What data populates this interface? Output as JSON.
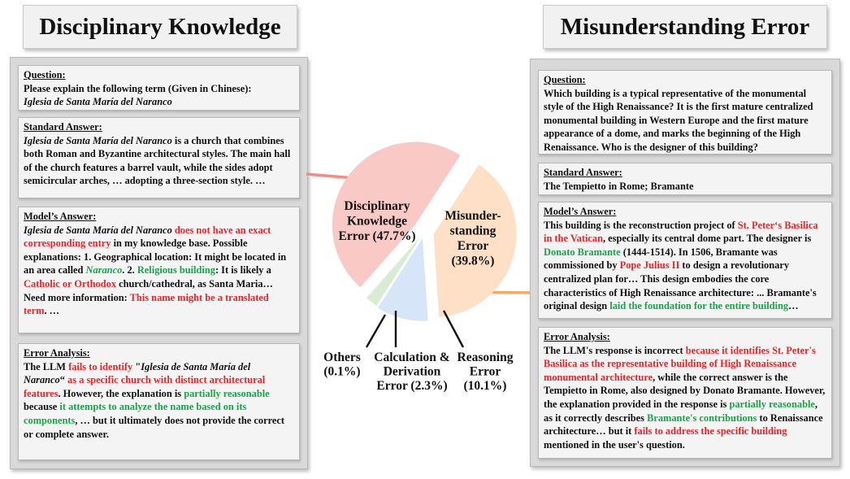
{
  "left": {
    "title": "Disciplinary Knowledge",
    "question": {
      "head": "Question:",
      "line1": "Please explain the following term (Given in Chinese):",
      "term": "Iglesia de Santa María del Naranco"
    },
    "standard": {
      "head": "Standard Answer:",
      "term": "Iglesia de Santa María del Naranco",
      "rest": " is a church that combines both Roman and Byzantine architectural styles. The main hall of the church features a barrel vault, while the sides adopt semicircular arches, … adopting a three-section style. …"
    },
    "model": {
      "head": "Model’s Answer:",
      "term": "Iglesia de Santa María del Naranco",
      "r1": " does not have an exact corresponding entry",
      "t1": " in my knowledge base. Possible explanations: 1. Geographical location: It might be located in an area called ",
      "g1": "Naranco",
      "t2": ". 2. ",
      "g2": "Religious building",
      "t3": ": It is likely a ",
      "r2": "Catholic or Orthodox",
      "t4": " church/cathedral, as Santa Maria… Need more information: ",
      "r3": "This name might be a translated term",
      "t5": ". …"
    },
    "analysis": {
      "head": "Error Analysis:",
      "t1": "The LLM ",
      "r1": "fails to identify",
      "t2": " \"",
      "term": "Iglesia de Santa María del Naranco",
      "t3": "“",
      "r2": " as a specific church with distinct architectural features",
      "t4": ". However, the explanation is ",
      "g1": "partially reasonable",
      "t5": " because ",
      "g2": "it attempts to analyze the name based on its components",
      "t6": ", … but it ultimately does not provide the correct or complete answer."
    }
  },
  "right": {
    "title": "Misunderstanding Error",
    "question": {
      "head": "Question:",
      "text": "Which building is a typical representative of the monumental style of the High Renaissance? It is the first mature centralized monumental building in Western Europe and the first mature appearance of a dome, and marks the beginning of the High Renaissance. Who is the designer of this building?"
    },
    "standard": {
      "head": "Standard Answer:",
      "text": "The Tempietto in Rome; Bramante"
    },
    "model": {
      "head": "Model’s Answer:",
      "t1": "This building is the reconstruction project of ",
      "r1": "St. Peter‘s Basilica in the Vatican",
      "t2": ", especially its central dome part. The designer is ",
      "g1": "Donato Bramante",
      "t3": " (1444-1514). In 1506, Bramante was commissioned by ",
      "r2": "Pope Julius II",
      "t4": " to design a revolutionary centralized plan for… This design embodies the core characteristics of High Renaissance architecture: ... Bramante's original design ",
      "g2": "laid the foundation for the entire building",
      "t5": "…"
    },
    "analysis": {
      "head": "Error Analysis:",
      "t1": "The LLM's response is incorrect ",
      "r1": "because it identifies St. Peter's Basilica as the representative building of High Renaissance monumental architecture",
      "t2": ", while the correct answer is the Tempietto in Rome, also designed by Donato Bramante. However, the explanation provided in the response is ",
      "g1": "partially reasonable",
      "t3": ", as it correctly describes ",
      "g2": "Bramante's contributions",
      "t4": " to Renaissance architecture… but it ",
      "r2": "fails to address the specific building",
      "t5": " mentioned in the user's question."
    }
  },
  "chart_data": {
    "type": "pie",
    "slices": [
      {
        "label": "Disciplinary Knowledge Error",
        "lines": [
          "Disciplinary",
          "Knowledge",
          "Error (47.7%)"
        ],
        "value": 47.7,
        "color": "#f9c9c6"
      },
      {
        "label": "Misunderstanding Error",
        "lines": [
          "Misunder-",
          "standing",
          "Error",
          "(39.8%)"
        ],
        "value": 39.8,
        "color": "#fde0c6"
      },
      {
        "label": "Reasoning Error",
        "lines": [
          "Reasoning",
          "Error",
          "(10.1%)"
        ],
        "value": 10.1,
        "color": "#d7e5f9"
      },
      {
        "label": "Calculation & Derivation Error",
        "lines": [
          "Calculation &",
          "Derivation",
          "Error (2.3%)"
        ],
        "value": 2.3,
        "color": "#d9ecd2"
      },
      {
        "label": "Others",
        "lines": [
          "Others",
          "(0.1%)"
        ],
        "value": 0.1,
        "color": "#e9d9f2"
      }
    ]
  }
}
